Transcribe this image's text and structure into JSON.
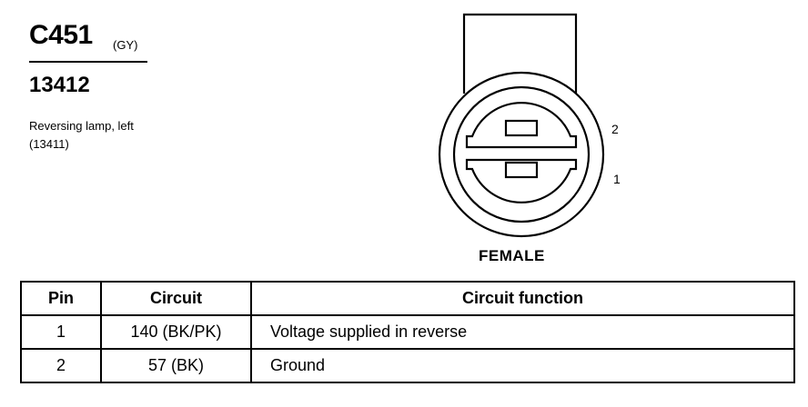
{
  "connector": {
    "id": "C451",
    "color": "(GY)",
    "part_number": "13412",
    "description": "Reversing lamp, left",
    "description_ref": "(13411)",
    "gender": "FEMALE"
  },
  "face_view": {
    "pin_labels": [
      "2",
      "1"
    ]
  },
  "pin_table": {
    "headers": {
      "pin": "Pin",
      "circuit": "Circuit",
      "function": "Circuit function"
    },
    "rows": [
      {
        "pin": "1",
        "circuit": "140 (BK/PK)",
        "function": "Voltage supplied in reverse"
      },
      {
        "pin": "2",
        "circuit": "57 (BK)",
        "function": "Ground"
      }
    ]
  }
}
